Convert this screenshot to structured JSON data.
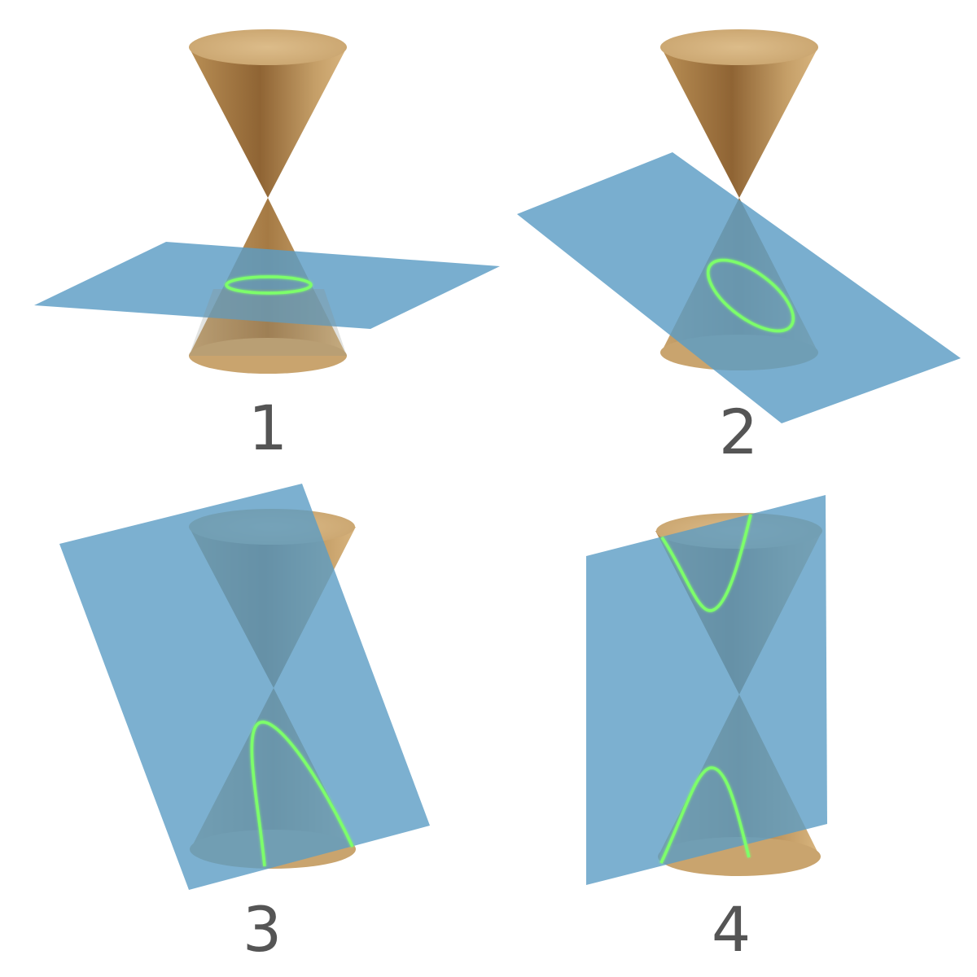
{
  "colors": {
    "background": "#ffffff",
    "cone_light": "#c9a46e",
    "cone_dark": "#8f6434",
    "plane": "#5b9cc4",
    "intersection": "#7dff6a",
    "label": "#555555"
  },
  "panels": [
    {
      "label": "1",
      "section": "circle",
      "icon": "cone-circle-section-icon"
    },
    {
      "label": "2",
      "section": "ellipse",
      "icon": "cone-ellipse-section-icon"
    },
    {
      "label": "3",
      "section": "parabola",
      "icon": "cone-parabola-section-icon"
    },
    {
      "label": "4",
      "section": "hyperbola",
      "icon": "cone-hyperbola-section-icon"
    }
  ]
}
